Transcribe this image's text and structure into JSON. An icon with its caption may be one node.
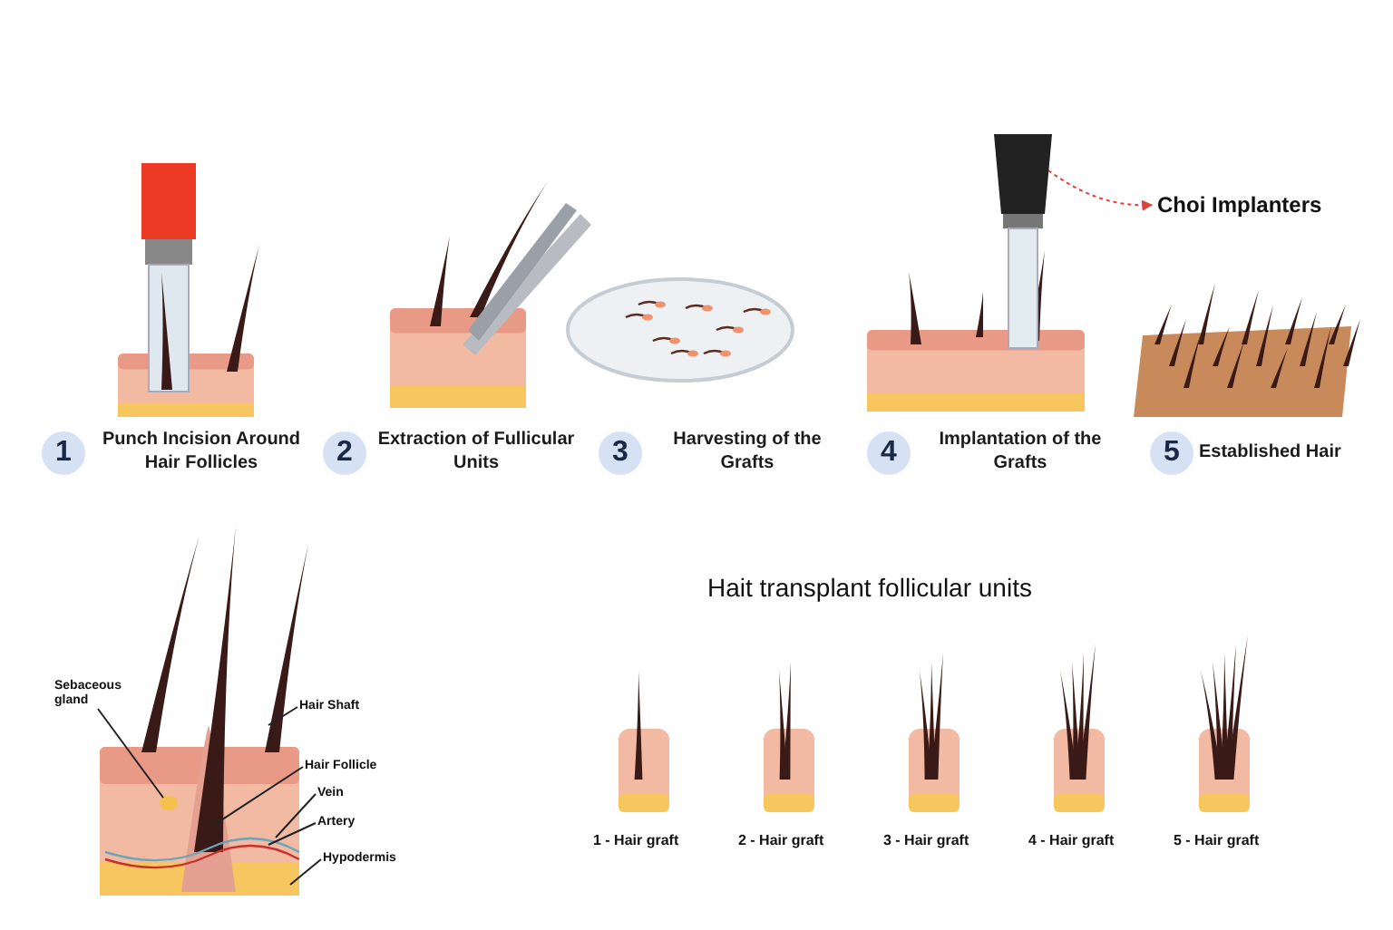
{
  "diagram": {
    "nodes": [
      {
        "text": [
          "1"
        ],
        "beside": [
          "Punch Incision Around Hair Follicles"
        ]
      },
      {
        "text": [
          "2"
        ],
        "beside": [
          "Extraction of Fullicular Units"
        ]
      },
      {
        "text": [
          "3"
        ],
        "beside": [
          "Harvesting of the Grafts"
        ]
      },
      {
        "text": [
          "4"
        ],
        "beside": [
          "Implantation of the Grafts"
        ]
      },
      {
        "text": [
          "5"
        ],
        "beside": [
          "Established Hair"
        ]
      },
      {
        "text": [],
        "shape": "picture"
      },
      {
        "text": [
          "Choi Implanters"
        ]
      },
      {
        "text": [
          "Sebaceous gland"
        ]
      },
      {
        "text": [
          "Hair Shaft"
        ]
      },
      {
        "text": [
          "Hair Follicle"
        ]
      },
      {
        "text": [
          "Vein"
        ]
      },
      {
        "text": [
          "Artery"
        ]
      },
      {
        "text": [
          "Hypodermis"
        ]
      }
    ],
    "edges": [
      {
        "from": 5,
        "to": 6,
        "arrow": "to",
        "style": "dashed",
        "color": "#e0413a"
      },
      {
        "from": 7,
        "to": null,
        "arrow": "none"
      },
      {
        "from": 8,
        "to": null,
        "arrow": "none"
      },
      {
        "from": 9,
        "to": null,
        "arrow": "none"
      },
      {
        "from": 10,
        "to": null,
        "arrow": "none"
      },
      {
        "from": 11,
        "to": null,
        "arrow": "none"
      },
      {
        "from": 12,
        "to": null,
        "arrow": "none"
      }
    ],
    "labels": [
      "Hait transplant follicular units",
      "1 - Hair graft",
      "2 - Hair graft",
      "3 - Hair graft",
      "4 - Hair graft",
      "5 - Hair graft"
    ]
  }
}
